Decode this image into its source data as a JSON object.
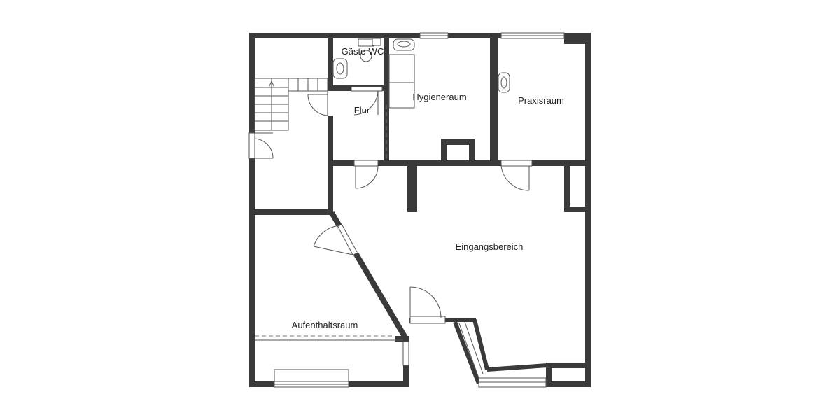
{
  "rooms": {
    "gaeste_wc": "Gäste-WC",
    "hygieneraum": "Hygieneraum",
    "praxisraum": "Praxisraum",
    "flur": "Flur",
    "eingangsbereich": "Eingangsbereich",
    "aufenthaltsraum": "Aufenthaltsraum"
  },
  "colors": {
    "wall": "#3a3a3a",
    "background": "#ffffff",
    "line": "#555555"
  }
}
